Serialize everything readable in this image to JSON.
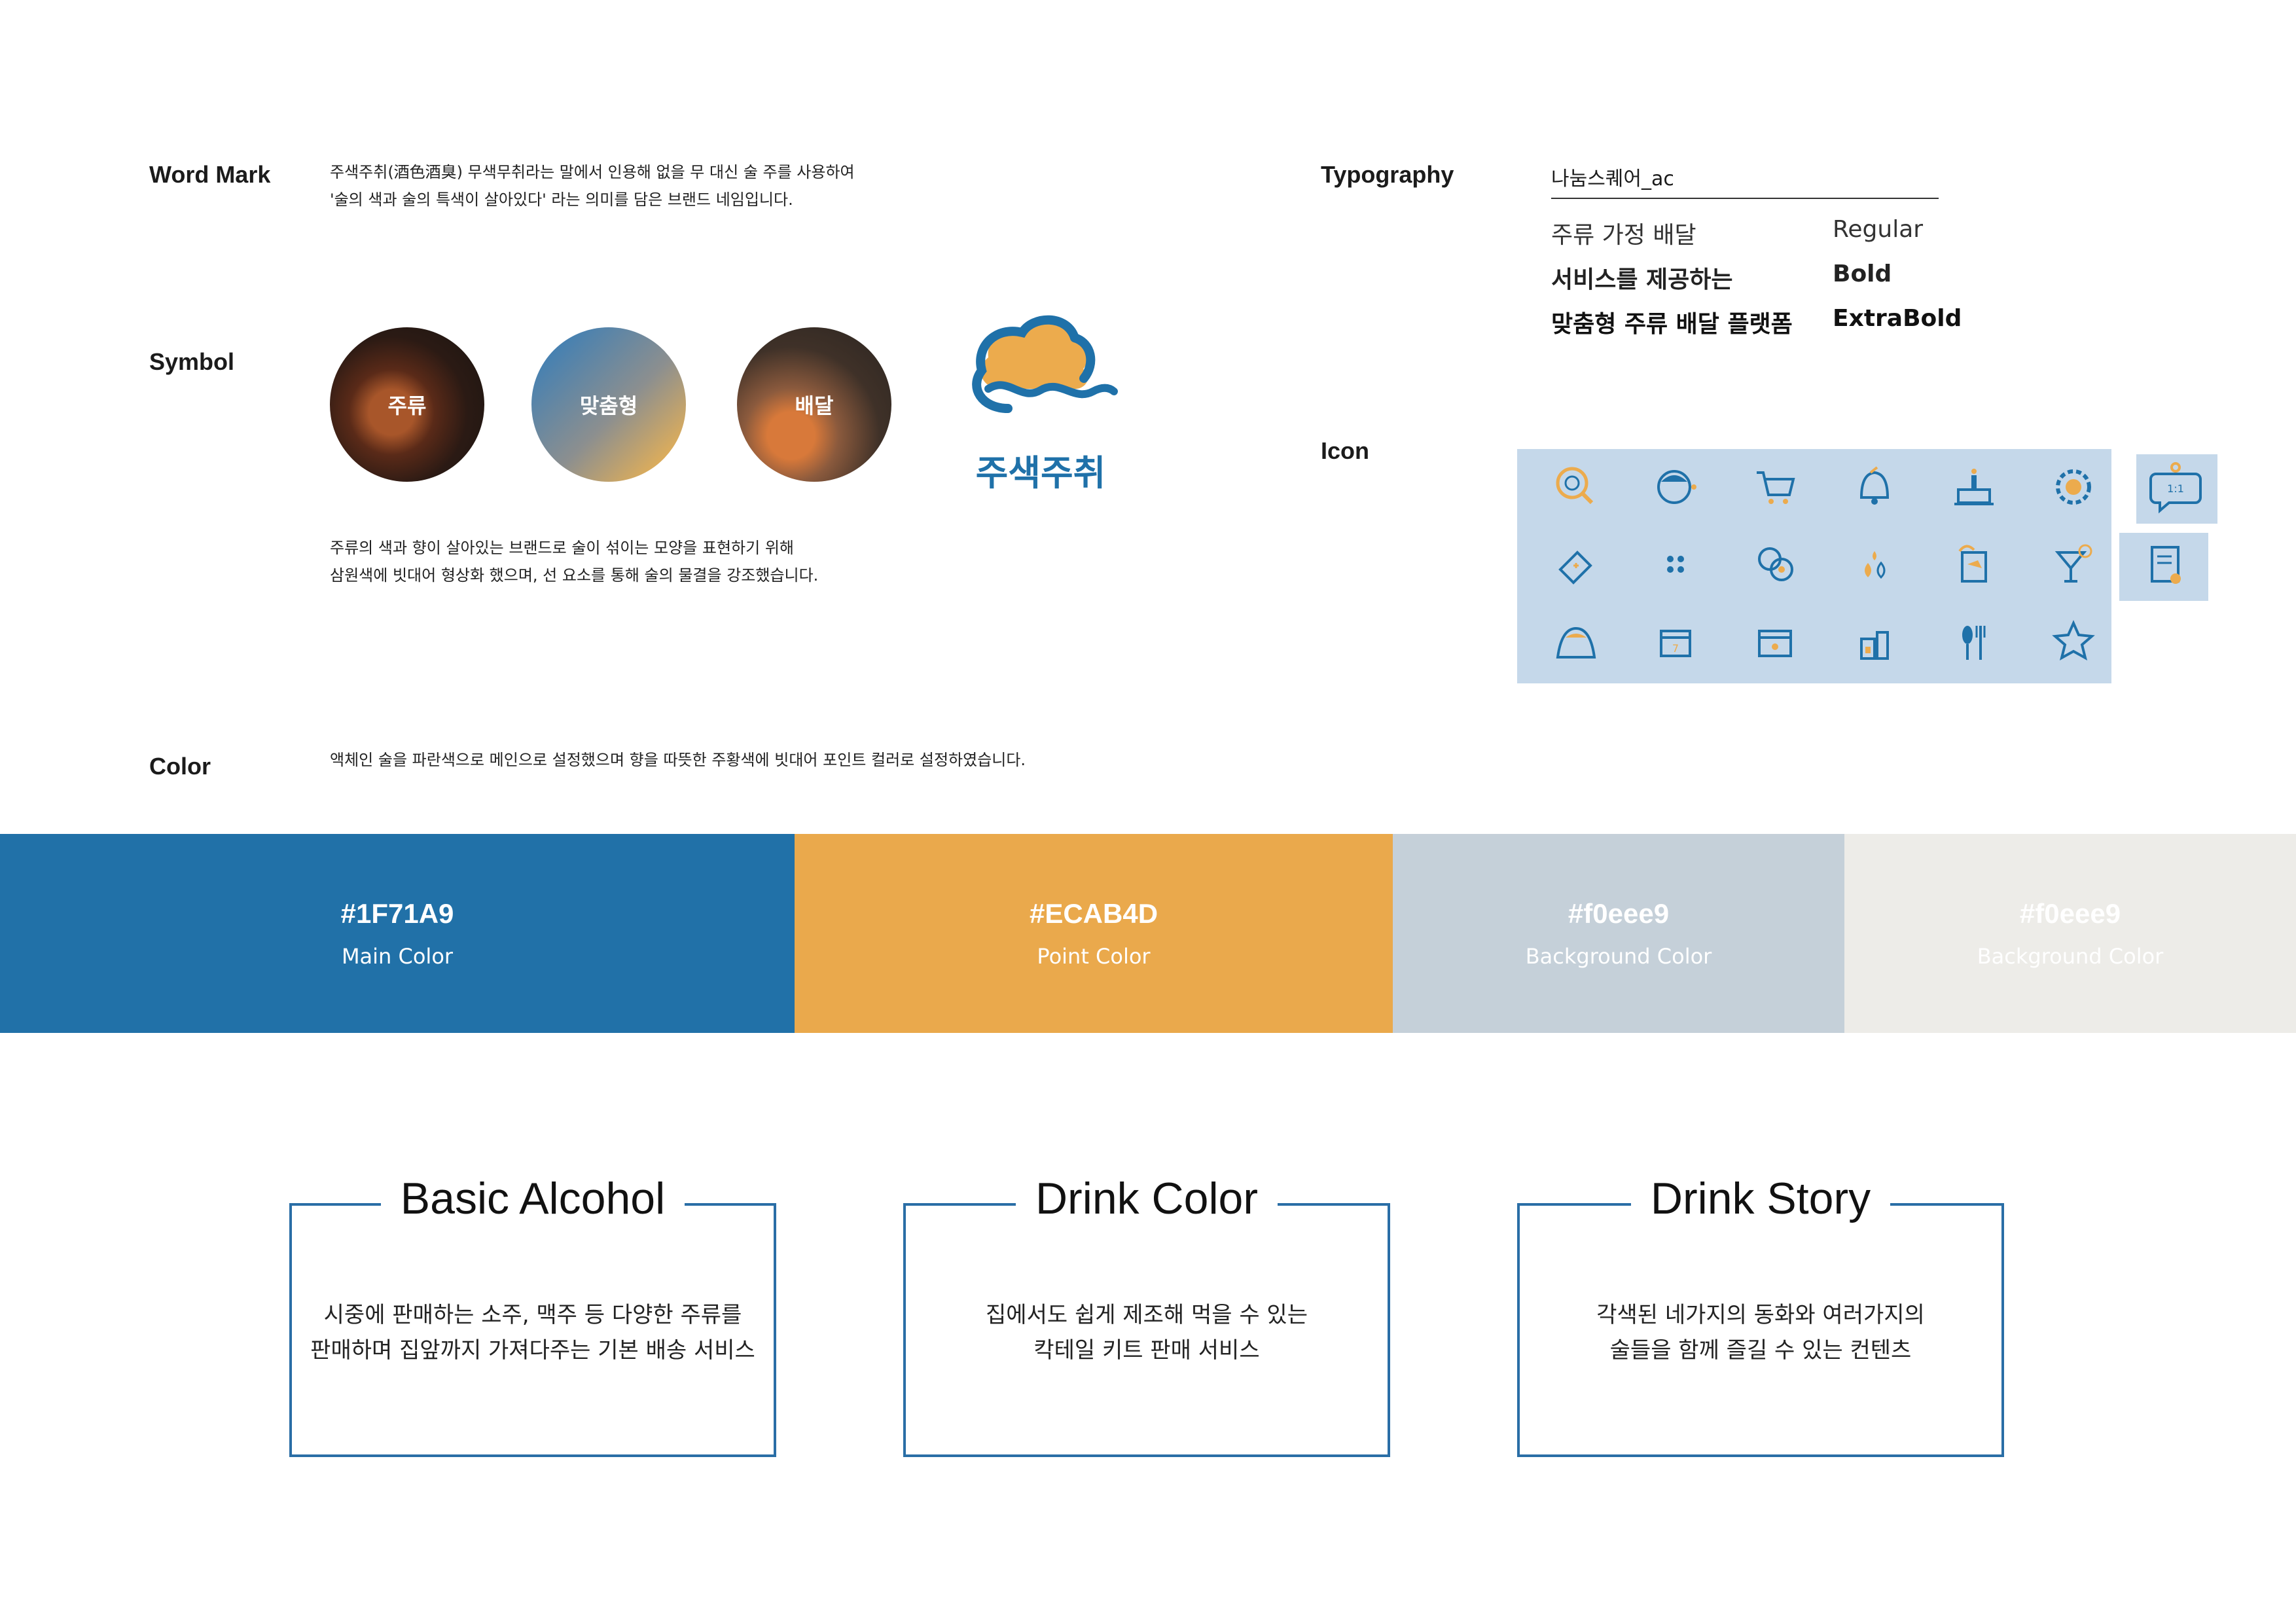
{
  "wordmark": {
    "label": "Word Mark",
    "line1": "주색주취(酒色酒臭) 무색무취라는 말에서 인용해 없을 무 대신 술 주를 사용하여",
    "line2": "'술의 색과 술의 특색이 살아있다' 라는 의미를 담은 브랜드 네임입니다."
  },
  "symbol": {
    "label": "Symbol",
    "circles": [
      "주류",
      "맞춤형",
      "배달"
    ],
    "logo_text": "주색주취",
    "desc1": "주류의 색과 향이 살아있는 브랜드로 술이 섞이는 모양을 표현하기 위해",
    "desc2": "삼원색에 빗대어 형상화 했으며, 선 요소를 통해 술의 물결을 강조했습니다."
  },
  "color_section": {
    "label": "Color",
    "desc": "액체인 술을 파란색으로 메인으로 설정했으며 향을 따뜻한 주황색에 빗대어 포인트 컬러로 설정하였습니다.",
    "swatches": [
      {
        "hex": "#1F71A9",
        "name": "Main Color",
        "bg": "#2171a8",
        "fg": "#ffffff"
      },
      {
        "hex": "#ECAB4D",
        "name": "Point Color",
        "bg": "#eaa94c",
        "fg": "#ffffff"
      },
      {
        "hex": "#f0eee9",
        "name": "Background Color",
        "bg": "#c5d0d9",
        "fg": "#ffffff"
      },
      {
        "hex": "#f0eee9",
        "name": "Background Color",
        "bg": "#edece8",
        "fg": "#ffffff"
      }
    ]
  },
  "typography": {
    "label": "Typography",
    "font_name": "나눔스퀘어_ac",
    "rows": [
      {
        "sample": "주류 가정 배달",
        "weight": "Regular"
      },
      {
        "sample": "서비스를 제공하는",
        "weight": "Bold"
      },
      {
        "sample": "맞춤형 주류 배달 플랫폼",
        "weight": "ExtraBold"
      }
    ]
  },
  "icon_section": {
    "label": "Icon",
    "icons": [
      "search-face-icon",
      "face-icon",
      "cart-icon",
      "bell-icon",
      "cake-icon",
      "gear-face-icon",
      "ticket-icon",
      "dots-icon",
      "chat-faces-icon",
      "drops-icon",
      "book-icon",
      "cocktail-icon",
      "mountain-face-icon",
      "calendar-icon",
      "calendar-check-icon",
      "bottles-icon",
      "cutlery-icon",
      "star-icon"
    ],
    "extra_icons": [
      "chat-bubble-icon",
      "document-icon"
    ],
    "colors": {
      "blue": "#1f71a9",
      "orange": "#ecab4d",
      "panel": "#c5d8ea"
    }
  },
  "cards": [
    {
      "title": "Basic Alcohol",
      "line1": "시중에 판매하는 소주, 맥주 등 다양한 주류를",
      "line2": "판매하며 집앞까지 가져다주는 기본 배송 서비스"
    },
    {
      "title": "Drink Color",
      "line1": "집에서도 쉽게 제조해 먹을 수 있는",
      "line2": "칵테일 키트 판매 서비스"
    },
    {
      "title": "Drink Story",
      "line1": "각색된 네가지의 동화와 여러가지의",
      "line2": "술들을 함께 즐길 수 있는 컨텐츠"
    }
  ]
}
